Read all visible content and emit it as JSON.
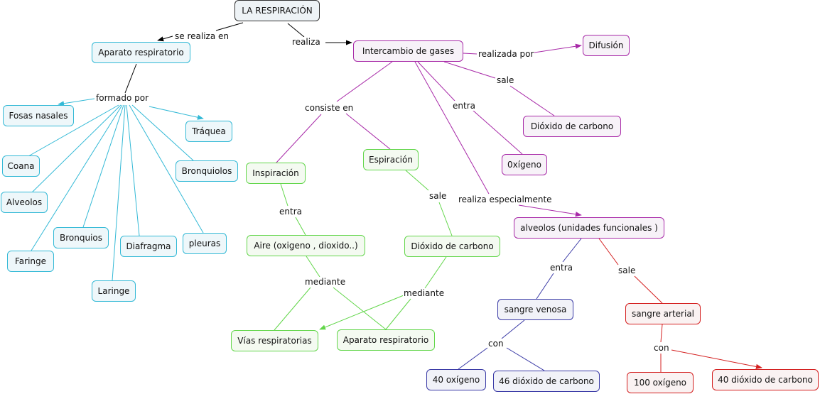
{
  "colors": {
    "black": "#000000",
    "blue": "#33b9d6",
    "purple": "#a82aa8",
    "green": "#62d64a",
    "navy": "#3a3aa6",
    "red": "#d42020"
  },
  "concepts": {
    "root": "LA RESPIRACIÓN",
    "aparato_resp": "Aparato respiratorio",
    "intercambio": "Intercambio de gases",
    "difusion": "Difusión",
    "fosas": "Fosas nasales",
    "traquea": "Tráquea",
    "coana": "Coana",
    "bronquiolos": "Bronquiolos",
    "alveolos": "Alveolos",
    "bronquios": "Bronquios",
    "diafragma": "Diafragma",
    "pleuras": "pleuras",
    "faringe": "Faringe",
    "laringe": "Laringe",
    "inspiracion": "Inspiración",
    "espiracion": "Espiración",
    "dioxido_1": "Dióxido de carbono",
    "oxigeno": "0xígeno",
    "aire": "Aire (oxigeno , dioxido..)",
    "dioxido_2": "Dióxido de carbono",
    "alveolos_uf": "alveolos (unidades funcionales )",
    "vias": "Vías respiratorias",
    "aparato_resp_2": "Aparato respiratorio",
    "sangre_venosa": "sangre venosa",
    "sangre_arterial": "sangre arterial",
    "o40": "40 oxígeno",
    "d46": "46 dióxido de carbono",
    "o100": "100 oxígeno",
    "d40": "40 dióxido de carbono"
  },
  "links": {
    "se_realiza_en": "se realiza en",
    "realiza": "realiza",
    "realizada_por": "realizada por",
    "formado_por": "formado por",
    "consiste_en": "consiste en",
    "entra_1": "entra",
    "sale_1": "sale",
    "realiza_especialmente": "realiza especialmente",
    "entra_2": "entra",
    "sale_2": "sale",
    "mediante_1": "mediante",
    "mediante_2": "mediante",
    "entra_3": "entra",
    "sale_3": "sale",
    "con_1": "con",
    "con_2": "con"
  }
}
